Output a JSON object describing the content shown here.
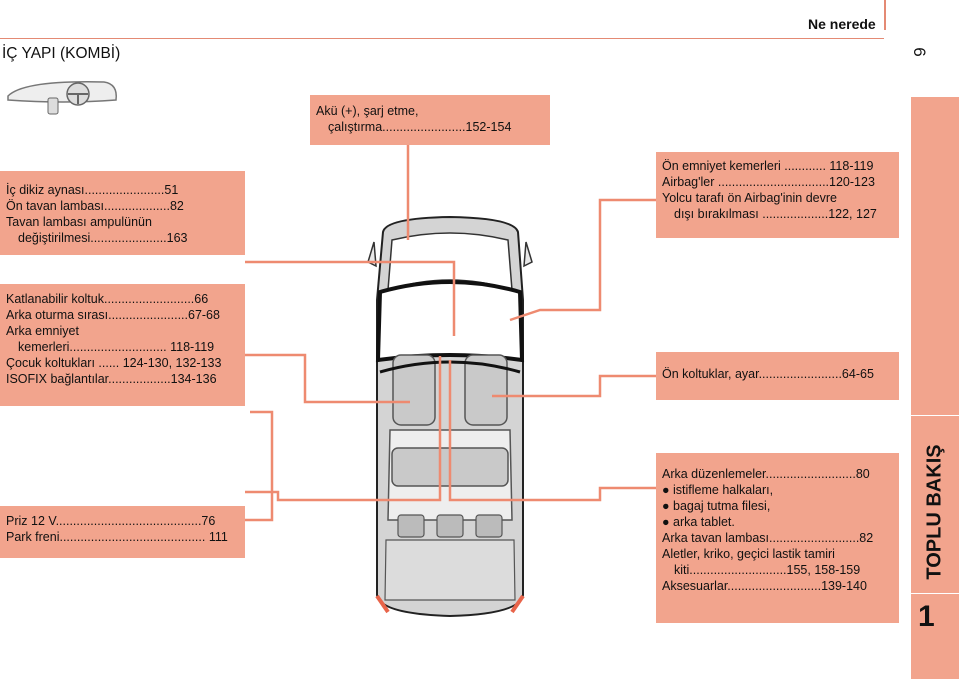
{
  "header": {
    "right_title": "Ne nerede",
    "page_number": "6"
  },
  "section_title": "İÇ YAPI (KOMBİ)",
  "side_tab": {
    "chapter_title": "TOPLU BAKIŞ",
    "chapter_number": "1"
  },
  "callouts": {
    "battery": [
      "Akü (+), şarj etme,",
      "çalıştırma........................152-154"
    ],
    "interior_mirror": [
      "İç dikiz aynası.......................51",
      "Ön tavan lambası...................82",
      "Tavan lambası ampulünün",
      "değiştirilmesi......................163"
    ],
    "front_seatbelts": [
      "Ön emniyet kemerleri ............ 118-119",
      "Airbag'ler ................................120-123",
      "Yolcu tarafı ön Airbag'inin devre",
      "dışı bırakılması ...................122, 127"
    ],
    "rear_seats": [
      "Katlanabilir koltuk..........................66",
      "Arka oturma sırası.......................67-68",
      "Arka emniyet",
      "kemerleri............................ 118-119",
      "Çocuk koltukları ...... 124-130, 132-133",
      "ISOFIX bağlantılar..................134-136"
    ],
    "front_seats": [
      "Ön koltuklar, ayar........................64-65"
    ],
    "socket": [
      "Priz 12 V..........................................76",
      "Park freni.......................................... 111"
    ],
    "rear_fittings": [
      "Arka düzenlemeler..........................80",
      "● istifleme halkaları,",
      "● bagaj tutma filesi,",
      "● arka tablet.",
      "Arka tavan lambası..........................82",
      "Aletler, kriko, geçici lastik tamiri",
      "kiti............................155, 158-159",
      "Aksesuarlar...........................139-140"
    ]
  }
}
